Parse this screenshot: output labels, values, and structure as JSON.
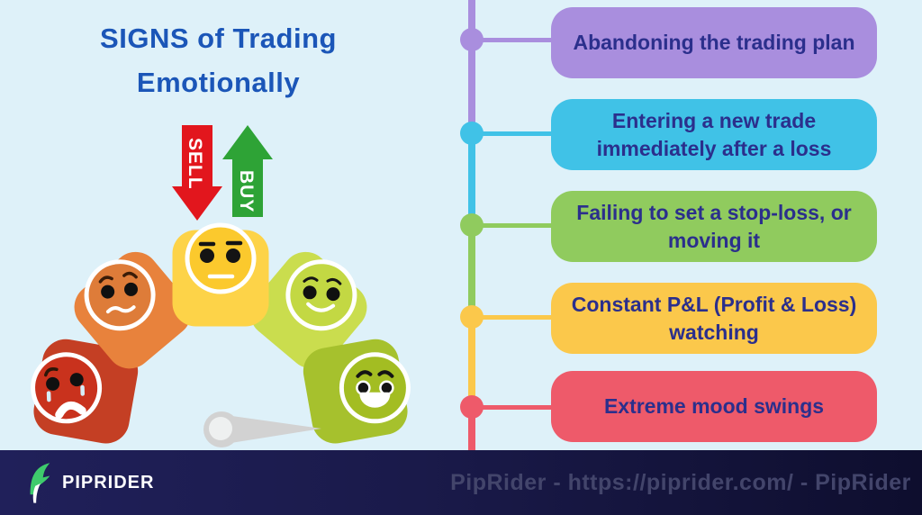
{
  "title": {
    "line1": "SIGNS of Trading",
    "line2": "Emotionally"
  },
  "arrows": {
    "sell_label": "SELL",
    "sell_color": "#e2161d",
    "buy_label": "BUY",
    "buy_color": "#2ea336"
  },
  "gauge": {
    "levels": [
      {
        "name": "crying-face",
        "segment_color": "#c43f24",
        "face_color": "#c9321d"
      },
      {
        "name": "worried-face",
        "segment_color": "#e8823c",
        "face_color": "#de7c39"
      },
      {
        "name": "neutral-face",
        "segment_color": "#fdd348",
        "face_color": "#fbc92d"
      },
      {
        "name": "smiling-face",
        "segment_color": "#cadd4e",
        "face_color": "#c3d843"
      },
      {
        "name": "grinning-face",
        "segment_color": "#a6c12d",
        "face_color": "#a3bd22"
      }
    ],
    "needle_color": "#d2d2d2",
    "needle_hub_color": "#eef0f0"
  },
  "signs": [
    {
      "label": "Abandoning the trading plan",
      "color": "#a98ede"
    },
    {
      "label": "Entering a new trade immediately after a loss",
      "color": "#40c2e7"
    },
    {
      "label": "Failing to set a stop-loss, or moving it",
      "color": "#90cb5e"
    },
    {
      "label": "Constant P&L (Profit & Loss) watching",
      "color": "#fbc84b"
    },
    {
      "label": "Extreme mood swings",
      "color": "#ee5a6a"
    }
  ],
  "colors": {
    "background": "#def1f9",
    "title_text": "#1b56b8",
    "sign_text": "#2b2f8c",
    "footer_text": "#43456b",
    "logo_green": "#3ecb6c",
    "white": "#ffffff"
  },
  "footer": {
    "logo_text": "PIPRIDER",
    "credit": "PipRider - https://piprider.com/ - PipRider"
  }
}
